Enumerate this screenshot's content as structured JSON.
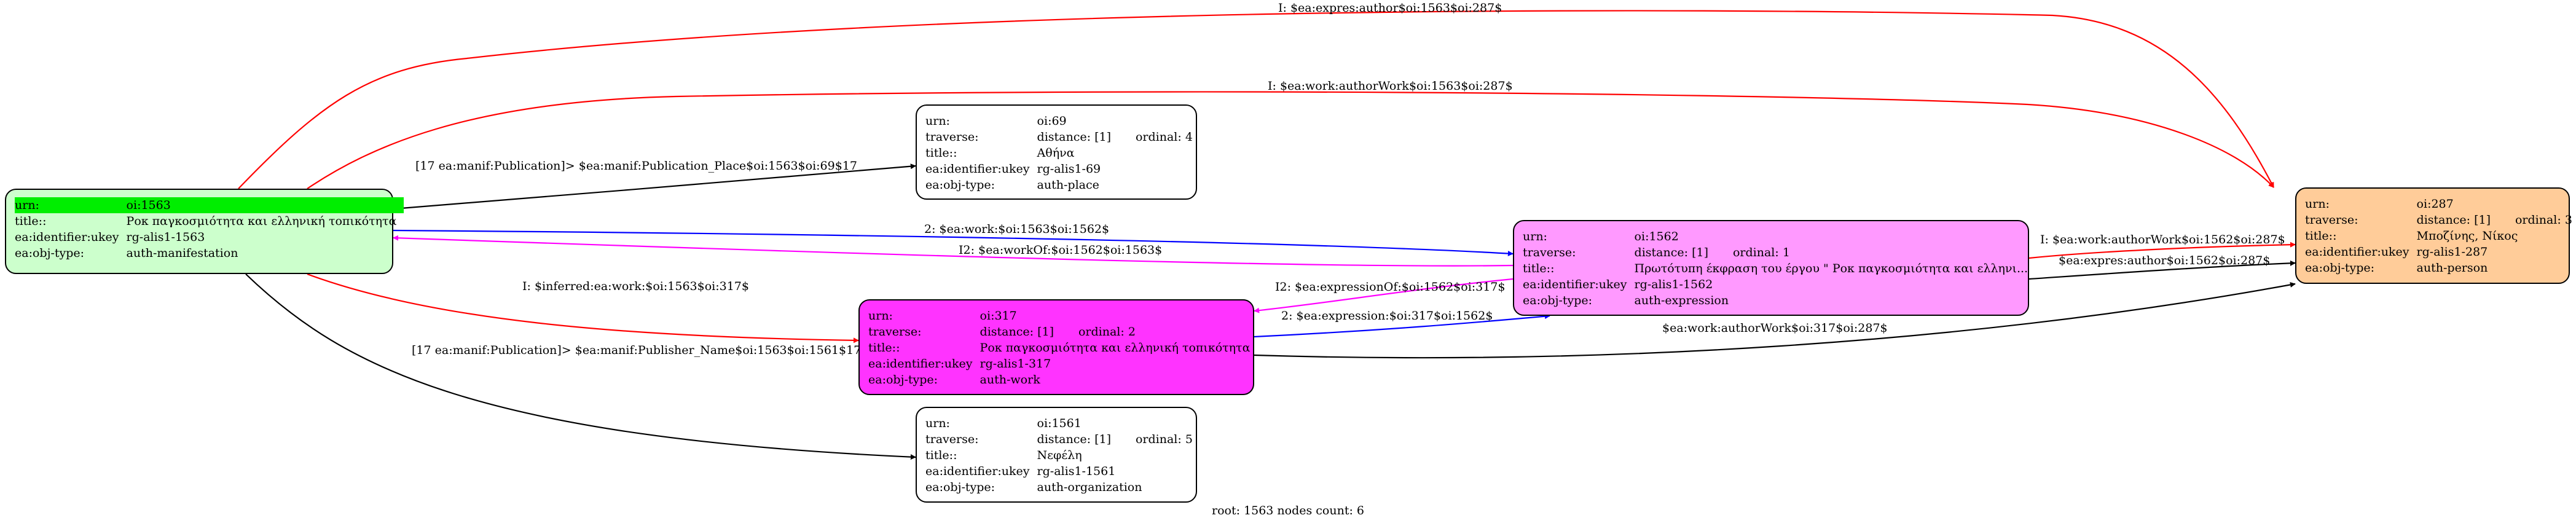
{
  "nodes": {
    "n1563": {
      "fill": "#ccffcc",
      "urn_label": "urn:",
      "urn_value": "oi:1563",
      "title_label": "title::",
      "title_value": "Ροκ παγκοσμιότητα και ελληνική τοπικότητα",
      "ident_label": "ea:identifier:ukey",
      "ident_value": "rg-alis1-1563",
      "type_label": "ea:obj-type:",
      "type_value": "auth-manifestation"
    },
    "n69": {
      "fill": "#ffffff",
      "urn_label": "urn:",
      "urn_value": "oi:69",
      "traverse_label": "traverse:",
      "distance": "distance: [1]",
      "ordinal": "ordinal: 4",
      "title_label": "title::",
      "title_value": "Αθήνα",
      "ident_label": "ea:identifier:ukey",
      "ident_value": "rg-alis1-69",
      "type_label": "ea:obj-type:",
      "type_value": "auth-place"
    },
    "n1562": {
      "fill": "#ff99ff",
      "urn_label": "urn:",
      "urn_value": "oi:1562",
      "traverse_label": "traverse:",
      "distance": "distance: [1]",
      "ordinal": "ordinal: 1",
      "title_label": "title::",
      "title_value": "Πρωτότυπη έκφραση του έργου \" Ροκ παγκοσμιότητα και ελληνι...",
      "ident_label": "ea:identifier:ukey",
      "ident_value": "rg-alis1-1562",
      "type_label": "ea:obj-type:",
      "type_value": "auth-expression"
    },
    "n317": {
      "fill": "#ff33ff",
      "urn_label": "urn:",
      "urn_value": "oi:317",
      "traverse_label": "traverse:",
      "distance": "distance: [1]",
      "ordinal": "ordinal: 2",
      "title_label": "title::",
      "title_value": "Ροκ παγκοσμιότητα και ελληνική τοπικότητα",
      "ident_label": "ea:identifier:ukey",
      "ident_value": "rg-alis1-317",
      "type_label": "ea:obj-type:",
      "type_value": "auth-work"
    },
    "n287": {
      "fill": "#ffcc99",
      "urn_label": "urn:",
      "urn_value": "oi:287",
      "traverse_label": "traverse:",
      "distance": "distance: [1]",
      "ordinal": "ordinal: 3",
      "title_label": "title::",
      "title_value": "Μποζίνης, Νίκος",
      "ident_label": "ea:identifier:ukey",
      "ident_value": "rg-alis1-287",
      "type_label": "ea:obj-type:",
      "type_value": "auth-person"
    },
    "n1561": {
      "fill": "#ffffff",
      "urn_label": "urn:",
      "urn_value": "oi:1561",
      "traverse_label": "traverse:",
      "distance": "distance: [1]",
      "ordinal": "ordinal: 5",
      "title_label": "title::",
      "title_value": "Νεφέλη",
      "ident_label": "ea:identifier:ukey",
      "ident_value": "rg-alis1-1561",
      "type_label": "ea:obj-type:",
      "type_value": "auth-organization"
    }
  },
  "edges": {
    "e_expres_author": {
      "label": "I: $ea:expres:author$oi:1563$oi:287$",
      "color": "#ff0000"
    },
    "e_work_author_1563": {
      "label": "I: $ea:work:authorWork$oi:1563$oi:287$",
      "color": "#ff0000"
    },
    "e_place": {
      "label": "[17 ea:manif:Publication]> $ea:manif:Publication_Place$oi:1563$oi:69$17",
      "color": "#000000"
    },
    "e_work_1562": {
      "label": "2: $ea:work:$oi:1563$oi:1562$",
      "color": "#0000ff"
    },
    "e_workof": {
      "label": "I2: $ea:workOf:$oi:1562$oi:1563$",
      "color": "#ff00ff"
    },
    "e_inferred": {
      "label": "I: $inferred:ea:work:$oi:1563$oi:317$",
      "color": "#ff0000"
    },
    "e_publisher": {
      "label": "[17 ea:manif:Publication]> $ea:manif:Publisher_Name$oi:1563$oi:1561$17",
      "color": "#000000"
    },
    "e_work_author_1562": {
      "label": "I: $ea:work:authorWork$oi:1562$oi:287$",
      "color": "#ff0000"
    },
    "e_expres_1562": {
      "label": "$ea:expres:author$oi:1562$oi:287$",
      "color": "#000000"
    },
    "e_expressionof": {
      "label": "I2: $ea:expressionOf:$oi:1562$oi:317$",
      "color": "#ff00ff"
    },
    "e_expression": {
      "label": "2: $ea:expression:$oi:317$oi:1562$",
      "color": "#0000ff"
    },
    "e_work_author_317": {
      "label": "$ea:work:authorWork$oi:317$oi:287$",
      "color": "#000000"
    }
  },
  "footer": {
    "root_label": "root: 1563 nodes count: 6"
  }
}
